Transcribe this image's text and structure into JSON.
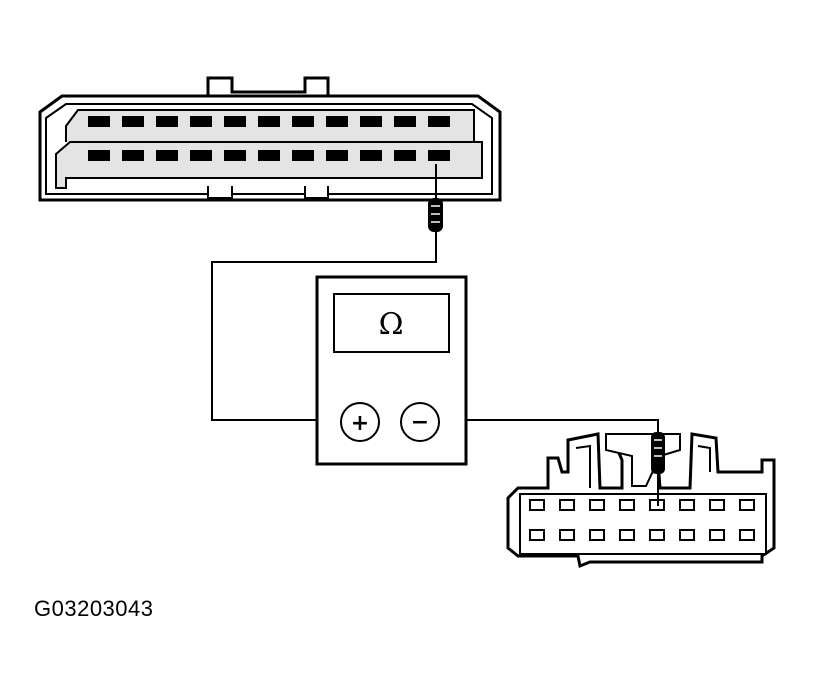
{
  "figure": {
    "id": "G03203043"
  },
  "meter": {
    "display_symbol": "Ω",
    "positive_terminal": "+",
    "negative_terminal": "−"
  },
  "colors": {
    "line": "#000000",
    "connector_fill": "#ffffff",
    "connector_inner": "#d9d9d9",
    "pin": "#000000"
  },
  "connectors": {
    "large": {
      "rows": 2,
      "pins_per_row": 11,
      "probed_pin": {
        "row": 2,
        "position": 11
      }
    },
    "small": {
      "rows": 2,
      "pins_per_row": 8,
      "probed_pin": {
        "row": 1,
        "position": 5
      }
    }
  }
}
